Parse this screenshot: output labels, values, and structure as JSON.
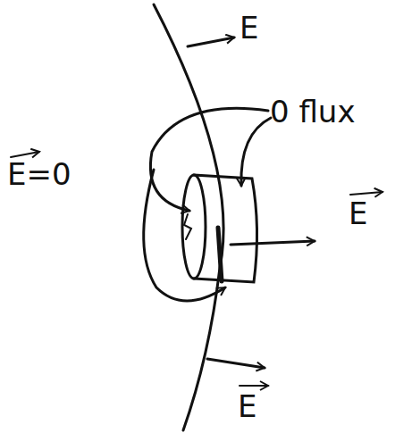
{
  "diagram": {
    "labels": [
      "E",
      "0 flux",
      "E=0",
      "E",
      "E"
    ]
  }
}
